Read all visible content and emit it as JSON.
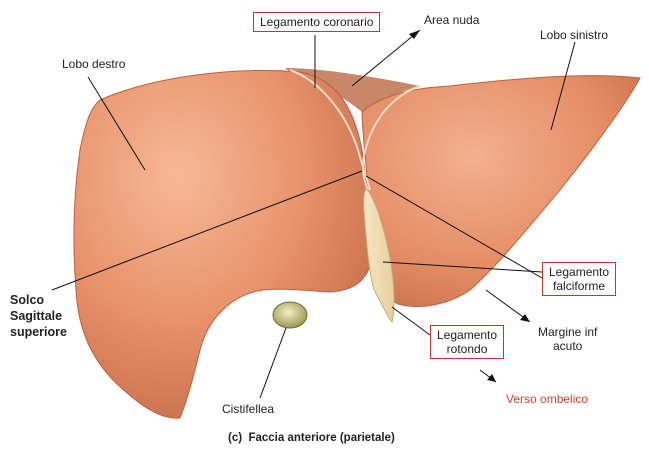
{
  "labels": {
    "legamento_coronario": "Legamento coronario",
    "area_nuda": "Area nuda",
    "lobo_destro": "Lobo destro",
    "lobo_sinistro": "Lobo sinistro",
    "legamento_falciforme": "Legamento\nfalciforme",
    "solco_sagittale": "Solco\nSagittale\nsuperiore",
    "legamento_rotondo": "Legamento\nrotondo",
    "margine_inf": "Margine inf\nacuto",
    "cistifellea": "Cistifellea",
    "verso_ombelico": "Verso ombelico"
  },
  "caption": "(c)  Faccia anteriore (parietale)",
  "colors": {
    "liver": "#e6906a",
    "liver_dark": "#c96f4c",
    "box_border": "#c0392b",
    "accent_text": "#d0402c"
  }
}
